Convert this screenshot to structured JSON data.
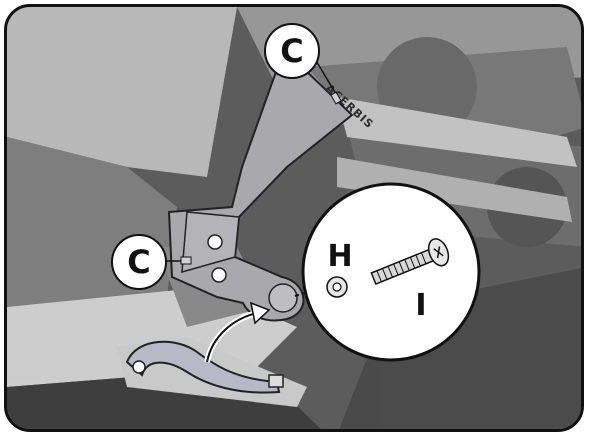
{
  "callouts": {
    "c_top": "C",
    "c_left": "C",
    "h": "H",
    "i": "I"
  },
  "brand": "ACERBIS",
  "colors": {
    "guard": "#a9a9ad",
    "outline": "#111111",
    "background": "#5d5d5d",
    "detail_circle": "#ffffff"
  },
  "icons": {
    "bolt": "screw-bolt-icon",
    "washer": "washer-icon",
    "arrow": "curved-arrow-icon"
  }
}
